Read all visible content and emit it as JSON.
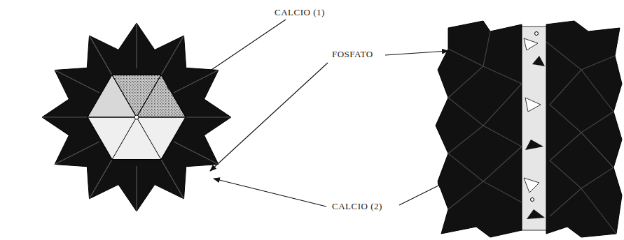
{
  "diagram": {
    "labels": [
      "CALCIO (1)",
      "FOSFATO",
      "CALCIO (2)"
    ]
  }
}
